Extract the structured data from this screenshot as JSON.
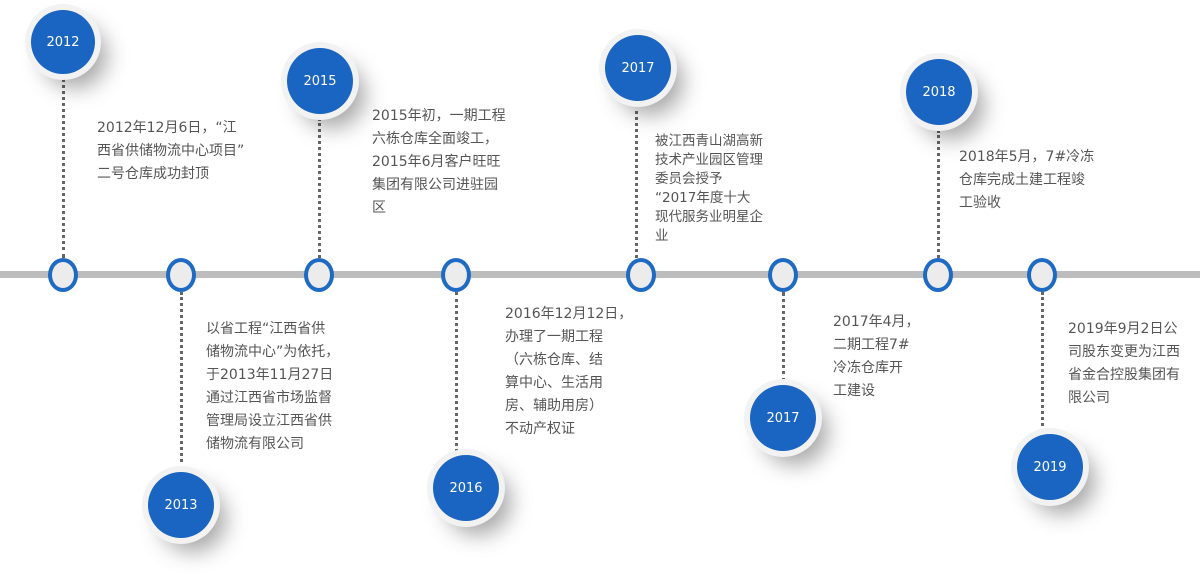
{
  "timeline": [
    {
      "year": "2012",
      "text": "2012年12月6日，“江\n西省供储物流中心项目”\n二号仓库成功封顶"
    },
    {
      "year": "2013",
      "text": "以省工程“江西省供\n储物流中心”为依托，\n于2013年11月27日\n通过江西省市场监督\n管理局设立江西省供\n储物流有限公司"
    },
    {
      "year": "2015",
      "text": "2015年初，一期工程\n六栋仓库全面竣工，\n2015年6月客户旺旺\n集团有限公司进驻园\n区"
    },
    {
      "year": "2016",
      "text": "2016年12月12日，\n办理了一期工程\n（六栋仓库、结\n算中心、生活用\n房、辅助用房）\n不动产权证"
    },
    {
      "year": "2017",
      "text": "被江西青山湖高新\n技术产业园区管理\n委员会授予\n“2017年度十大\n现代服务业明星企\n业"
    },
    {
      "year": "2017",
      "text": "2017年4月，\n二期工程7#\n冷冻仓库开\n工建设"
    },
    {
      "year": "2018",
      "text": "2018年5月，7#冷冻\n仓库完成土建工程竣\n工验收"
    },
    {
      "year": "2019",
      "text": "2019年9月2日公\n司股东变更为江西\n省金合控股集团有\n限公司"
    }
  ],
  "colors": {
    "accent": "#1a64c2",
    "axis": "#bdbdbd",
    "text": "#555555"
  }
}
